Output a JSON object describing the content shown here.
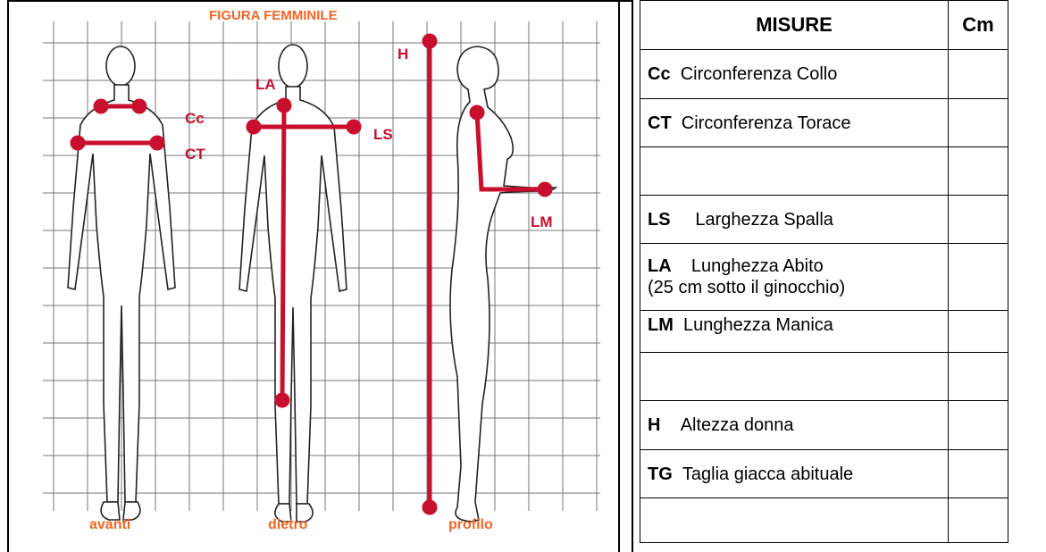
{
  "figure": {
    "title": "FIGURA FEMMINILE",
    "views": {
      "front": "avanti",
      "back": "dietro",
      "side": "profilo"
    },
    "tags": {
      "neck": "Cc",
      "chest": "CT",
      "dress_length": "LA",
      "shoulder": "LS",
      "height": "H",
      "sleeve": "LM"
    },
    "line_color": "#c8102e",
    "label_color": "#f26522"
  },
  "table": {
    "headers": {
      "measure": "MISURE",
      "unit": "Cm"
    },
    "rows": [
      {
        "code": "Cc",
        "label": "Circonferenza Collo",
        "note": "",
        "value": ""
      },
      {
        "code": "CT",
        "label": "Circonferenza Torace",
        "note": "",
        "value": ""
      },
      {
        "code": "",
        "label": "",
        "note": "",
        "value": ""
      },
      {
        "code": "LS",
        "label": "Larghezza Spalla",
        "note": "",
        "value": ""
      },
      {
        "code": "LA",
        "label": "Lunghezza Abito",
        "note": "(25 cm sotto il ginocchio)",
        "value": ""
      },
      {
        "code": "LM",
        "label": "Lunghezza Manica",
        "note": "",
        "value": ""
      },
      {
        "code": "",
        "label": "",
        "note": "",
        "value": ""
      },
      {
        "code": "H",
        "label": "Altezza donna",
        "note": "",
        "value": ""
      },
      {
        "code": "TG",
        "label": "Taglia giacca abituale",
        "note": "",
        "value": ""
      },
      {
        "code": "",
        "label": "",
        "note": "",
        "value": ""
      }
    ]
  }
}
